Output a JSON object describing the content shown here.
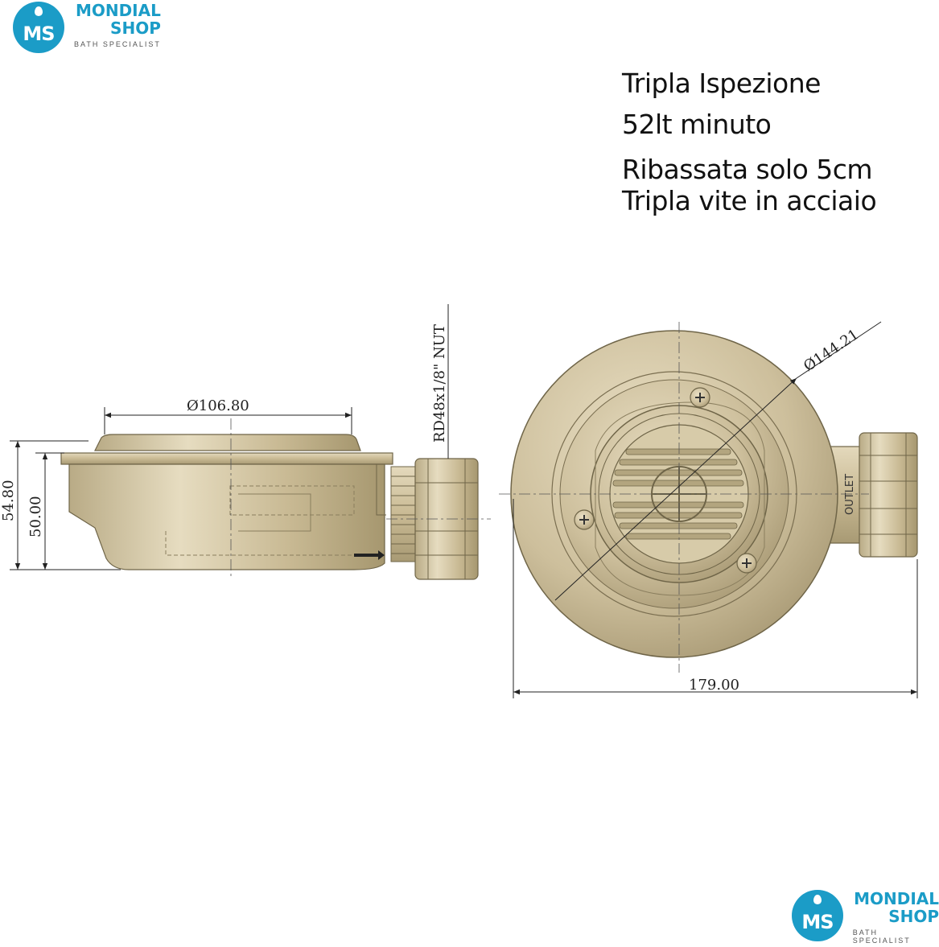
{
  "logo": {
    "badge": "MS",
    "line1": "MONDIAL",
    "line2": "SHOP",
    "tagline": "BATH SPECIALIST"
  },
  "features": [
    "Tripla Ispezione",
    "52lt minuto",
    "Ribassata solo 5cm",
    "Tripla vite in acciaio"
  ],
  "dimensions": {
    "top_diameter": "Ø106.80",
    "height_total": "54.80",
    "height_body": "50.00",
    "thread": "RD48x1/8\" NUT",
    "outer_diameter": "Ø144.21",
    "width": "179.00",
    "outlet_label": "OUTLET"
  },
  "colors": {
    "brand": "#1b9cc7",
    "metal": "#cdbf9c",
    "metal_dark": "#8f8364",
    "line": "#222222"
  }
}
